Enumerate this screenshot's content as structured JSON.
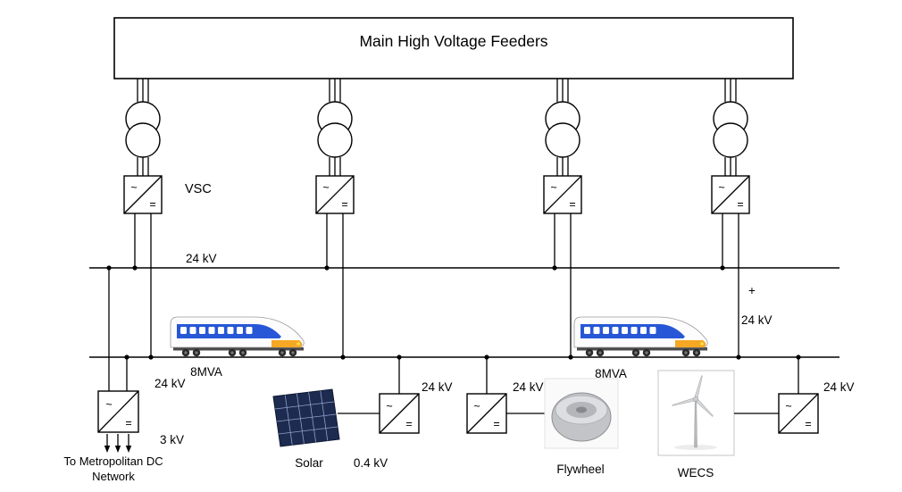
{
  "diagram": {
    "title": "Main High Voltage Feeders",
    "vsc_label": "VSC",
    "bus_voltage_label": "24 kV",
    "dc_polarity": "+",
    "dc_link_voltage": "24 kV",
    "converter_symbol": {
      "ac": "~",
      "dc": "="
    },
    "trains": {
      "train1_rating": "8MVA",
      "train2_rating": "8MVA"
    },
    "metro": {
      "input_voltage": "24 kV",
      "output_voltage": "3 kV",
      "caption_line1": "To Metropolitan DC",
      "caption_line2": "Network"
    },
    "solar": {
      "label": "Solar",
      "panel_voltage": "0.4 kV",
      "bus_voltage": "24 kV"
    },
    "flywheel": {
      "label": "Flywheel",
      "bus_voltage": "24 kV"
    },
    "wecs": {
      "label": "WECS",
      "bus_voltage": "24 kV"
    }
  }
}
